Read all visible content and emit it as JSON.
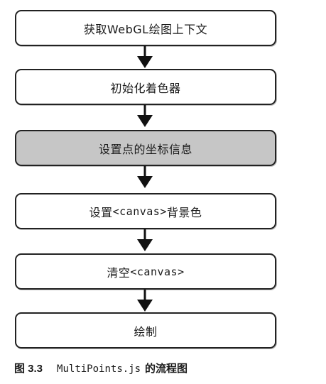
{
  "flowchart": {
    "steps": [
      {
        "label": "获取WebGL绘图上下文",
        "highlighted": false
      },
      {
        "label": "初始化着色器",
        "highlighted": false
      },
      {
        "label": "设置点的坐标信息",
        "highlighted": true
      },
      {
        "label_prefix": "设置",
        "label_code": "<canvas>",
        "label_suffix": "背景色",
        "highlighted": false
      },
      {
        "label_prefix": "清空",
        "label_code": "<canvas>",
        "label_suffix": "",
        "highlighted": false
      },
      {
        "label": "绘制",
        "highlighted": false
      }
    ],
    "highlight_color": "#c6c6c6",
    "border_color": "#222222"
  },
  "caption": {
    "figure_number": "图 3.3",
    "file_name": "MultiPoints.js",
    "description": "的流程图"
  }
}
